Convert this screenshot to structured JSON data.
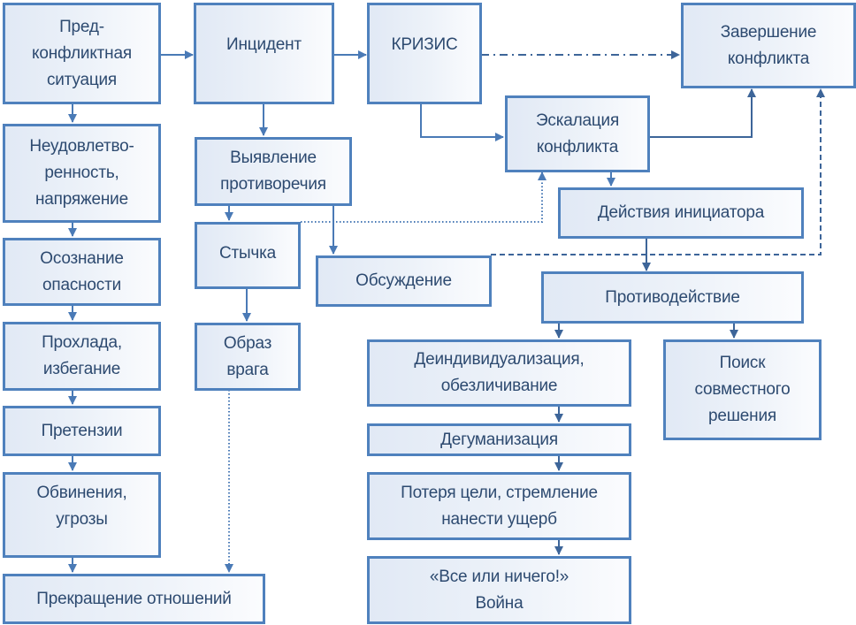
{
  "title": "Динамика конфликта",
  "colors": {
    "border": "#4f81bd",
    "arrow": "#4a7ab6",
    "arrow_dark": "#3d6599",
    "text": "#2d4a70"
  },
  "nodes": {
    "pre_conflict": [
      "Пред-",
      "конфликтная",
      "ситуация"
    ],
    "incident": [
      "Инцидент"
    ],
    "crisis": [
      "КРИЗИС"
    ],
    "conflict_end": [
      "Завершение",
      "конфликта"
    ],
    "escalation": [
      "Эскалация",
      "конфликта"
    ],
    "dissatisfaction": [
      "Неудовлетво-",
      "ренность,",
      "напряжение"
    ],
    "contradiction": [
      "Выявление",
      "противоречия"
    ],
    "initiator_actions": [
      "Действия инициатора"
    ],
    "clash": [
      "Стычка"
    ],
    "discussion": [
      "Обсуждение"
    ],
    "danger_awareness": [
      "Осознание",
      "опасности"
    ],
    "counteraction": [
      "Противодействие"
    ],
    "coolness": [
      "Прохлада,",
      "избегание"
    ],
    "enemy_image": [
      "Образ",
      "врага"
    ],
    "deindividualization": [
      "Деиндивидуализация,",
      "обезличивание"
    ],
    "joint_solution": [
      "Поиск",
      "совместного",
      "решения"
    ],
    "claims": [
      "Претензии"
    ],
    "dehumanization": [
      "Дегуманизация"
    ],
    "accusations": [
      "Обвинения,",
      "угрозы"
    ],
    "goal_loss": [
      "Потеря цели, стремление",
      "нанести ущерб"
    ],
    "all_or_nothing": [
      "«Все или ничего!»",
      "Война"
    ],
    "relationship_end": [
      "Прекращение отношений"
    ]
  },
  "edges": [
    {
      "from": "pre_conflict",
      "to": "incident",
      "style": "solid"
    },
    {
      "from": "incident",
      "to": "crisis",
      "style": "solid"
    },
    {
      "from": "crisis",
      "to": "conflict_end",
      "style": "dash-dot"
    },
    {
      "from": "crisis",
      "to": "escalation",
      "style": "solid"
    },
    {
      "from": "escalation",
      "to": "conflict_end",
      "style": "solid"
    },
    {
      "from": "escalation",
      "to": "initiator_actions",
      "style": "solid"
    },
    {
      "from": "discussion",
      "to": "conflict_end",
      "style": "dashed"
    },
    {
      "from": "clash",
      "to": "escalation",
      "style": "dotted"
    },
    {
      "from": "incident",
      "to": "contradiction",
      "style": "solid"
    },
    {
      "from": "contradiction",
      "to": "clash",
      "style": "solid"
    },
    {
      "from": "contradiction",
      "to": "discussion",
      "style": "solid"
    },
    {
      "from": "clash",
      "to": "enemy_image",
      "style": "solid"
    },
    {
      "from": "enemy_image",
      "to": "relationship_end",
      "style": "dotted"
    },
    {
      "from": "initiator_actions",
      "to": "counteraction",
      "style": "solid"
    },
    {
      "from": "counteraction",
      "to": "deindividualization",
      "style": "solid"
    },
    {
      "from": "counteraction",
      "to": "joint_solution",
      "style": "solid"
    },
    {
      "from": "deindividualization",
      "to": "dehumanization",
      "style": "solid"
    },
    {
      "from": "dehumanization",
      "to": "goal_loss",
      "style": "solid"
    },
    {
      "from": "goal_loss",
      "to": "all_or_nothing",
      "style": "solid"
    },
    {
      "from": "pre_conflict",
      "to": "dissatisfaction",
      "style": "solid"
    },
    {
      "from": "dissatisfaction",
      "to": "danger_awareness",
      "style": "solid"
    },
    {
      "from": "danger_awareness",
      "to": "coolness",
      "style": "solid"
    },
    {
      "from": "coolness",
      "to": "claims",
      "style": "solid"
    },
    {
      "from": "claims",
      "to": "accusations",
      "style": "solid"
    },
    {
      "from": "accusations",
      "to": "relationship_end",
      "style": "solid"
    }
  ]
}
